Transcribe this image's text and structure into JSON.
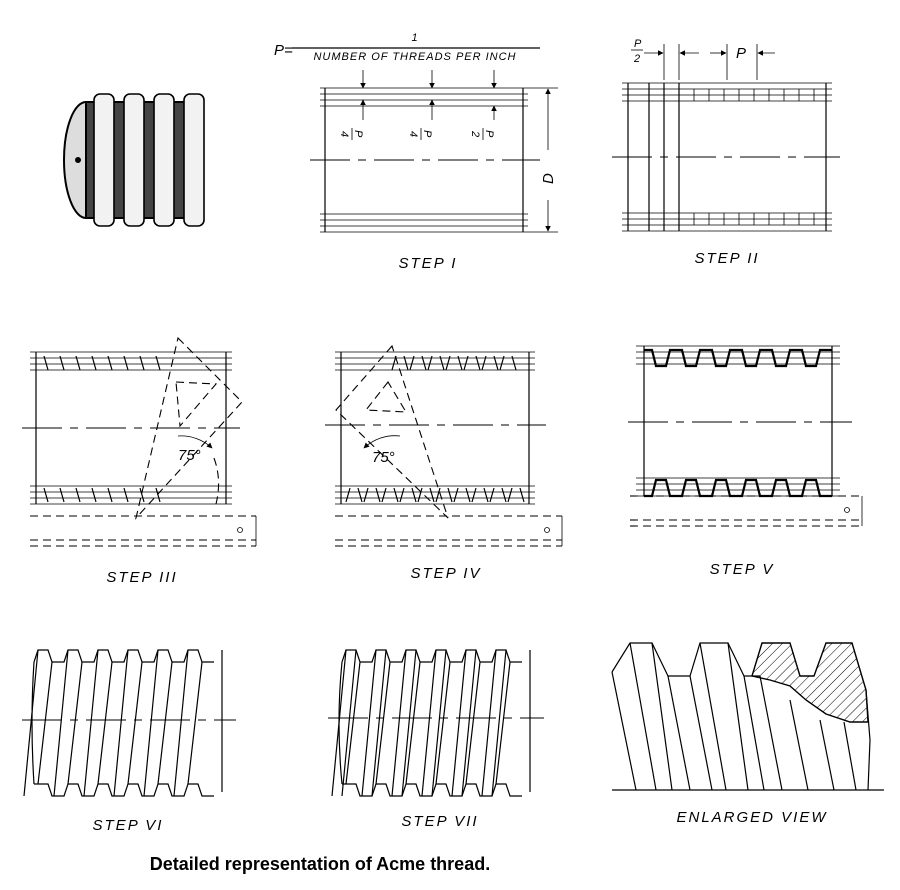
{
  "formula": {
    "lhs": "P=",
    "numerator": "1",
    "denominator": "NUMBER OF THREADS PER INCH"
  },
  "dimensions": {
    "diameter": "D",
    "pitch": "P",
    "p_over_4": {
      "num": "P",
      "den": "4"
    },
    "p_over_2": {
      "num": "P",
      "den": "2"
    }
  },
  "angles": {
    "step3": "75°",
    "step4": "75°"
  },
  "steps": [
    "STEP I",
    "STEP II",
    "STEP III",
    "STEP IV",
    "STEP V",
    "STEP VI",
    "STEP VII",
    "ENLARGED VIEW"
  ],
  "caption": "Detailed representation of Acme thread."
}
